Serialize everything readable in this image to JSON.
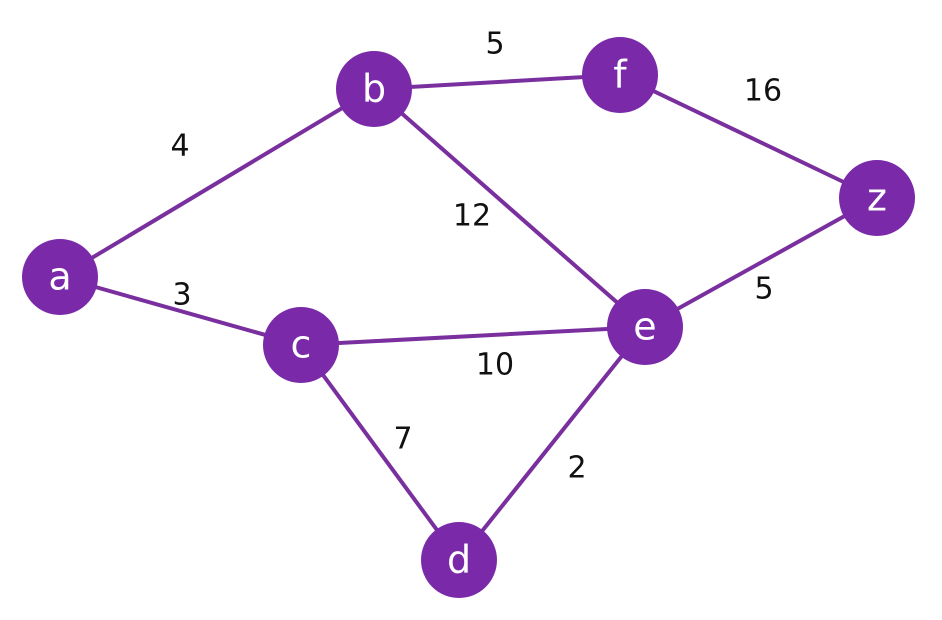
{
  "colors": {
    "node_fill": "#7a2aa8",
    "edge_stroke": "#7a2f9e",
    "node_text": "#ffffff",
    "weight_text": "#111111"
  },
  "graph": {
    "nodes": [
      {
        "id": "a",
        "label": "a"
      },
      {
        "id": "b",
        "label": "b"
      },
      {
        "id": "c",
        "label": "c"
      },
      {
        "id": "d",
        "label": "d"
      },
      {
        "id": "e",
        "label": "e"
      },
      {
        "id": "f",
        "label": "f"
      },
      {
        "id": "z",
        "label": "z"
      }
    ],
    "edges": [
      {
        "from": "a",
        "to": "b",
        "weight": "4"
      },
      {
        "from": "a",
        "to": "c",
        "weight": "3"
      },
      {
        "from": "b",
        "to": "f",
        "weight": "5"
      },
      {
        "from": "b",
        "to": "e",
        "weight": "12"
      },
      {
        "from": "f",
        "to": "z",
        "weight": "16"
      },
      {
        "from": "c",
        "to": "e",
        "weight": "10"
      },
      {
        "from": "c",
        "to": "d",
        "weight": "7"
      },
      {
        "from": "d",
        "to": "e",
        "weight": "2"
      },
      {
        "from": "e",
        "to": "z",
        "weight": "5"
      }
    ]
  }
}
